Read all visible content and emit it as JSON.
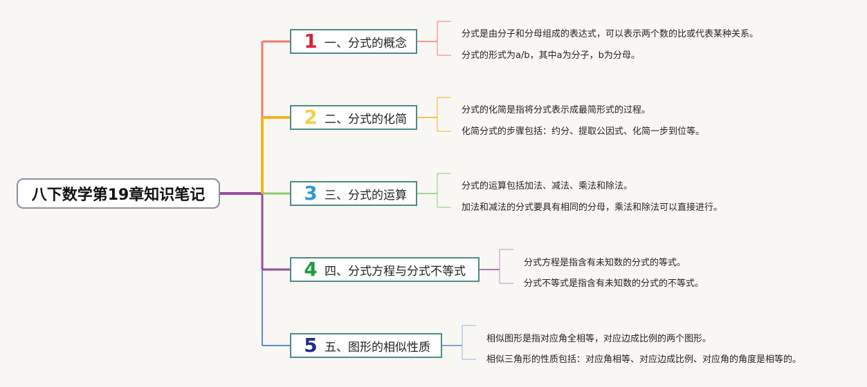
{
  "root": {
    "title": "八下数学第19章知识笔记"
  },
  "branches": [
    {
      "number": "1",
      "title": "一、分式的概念",
      "color": "#f07a6a",
      "number_color": "#d8243a",
      "items": [
        "分式是由分子和分母组成的表达式，可以表示两个数的比或代表某种关系。",
        "分式的形式为a/b，其中a为分子，b为分母。"
      ]
    },
    {
      "number": "2",
      "title": "二、分式的化简",
      "color": "#f6b21a",
      "number_color": "#f2d04a",
      "items": [
        "分式的化简是指将分式表示成最简形式的过程。",
        "化简分式的步骤包括：约分、提取公因式、化简一步到位等。"
      ]
    },
    {
      "number": "3",
      "title": "三、分式的运算",
      "color": "#8cc86c",
      "number_color": "#2d9ad6",
      "items": [
        "分式的运算包括加法、减法、乘法和除法。",
        "加法和减法的分式要具有相同的分母，乘法和除法可以直接进行。"
      ]
    },
    {
      "number": "4",
      "title": "四、分式方程与分式不等式",
      "color": "#9a4a9a",
      "number_color": "#1e9a3e",
      "items": [
        "分式方程是指含有未知数的分式的等式。",
        "分式不等式是指含有未知数的分式的不等式。"
      ]
    },
    {
      "number": "5",
      "title": "五、图形的相似性质",
      "color": "#5a8ad0",
      "number_color": "#1f2e86",
      "items": [
        "相似图形是指对应角全相等，对应边成比例的两个图形。",
        "相似三角形的性质包括：对应角相等、对应边成比例、对应角的角度是相等的。"
      ]
    }
  ]
}
